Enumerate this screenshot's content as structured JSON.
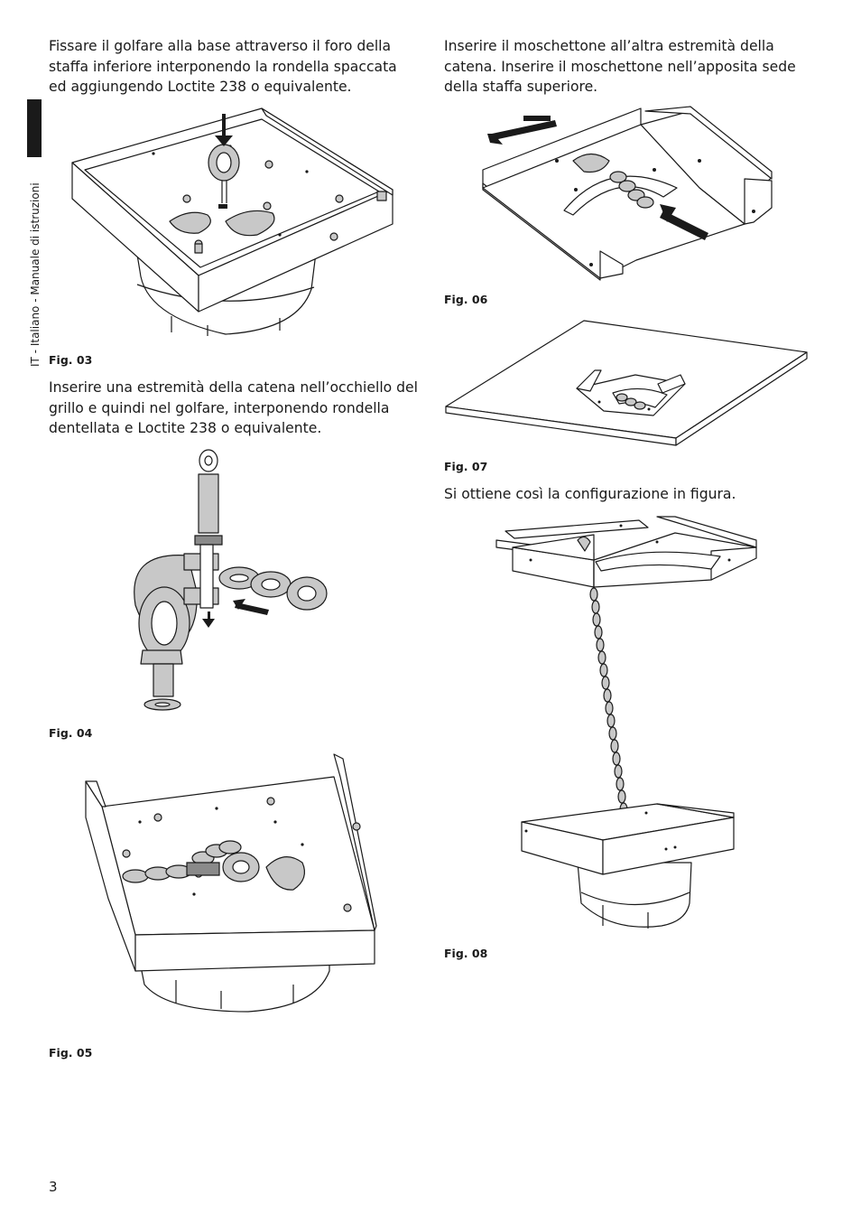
{
  "side_label": "IT - Italiano - Manuale di istruzioni",
  "left": {
    "para1": "Fissare il golfare alla base attraverso il foro della staffa inferiore interponendo la rondella spaccata ed aggiungendo Loctite 238 o equivalente.",
    "fig03": "Fig. 03",
    "para2": "Inserire una estremità della catena nell’occhiello del grillo e quindi nel golfare, interponendo rondella dentellata e Loctite 238 o equivalente.",
    "fig04": "Fig. 04",
    "fig05": "Fig. 05"
  },
  "right": {
    "para1": "Inserire il moschettone all’altra estremità della catena. Inserire il moschettone nell’apposita sede della staffa superiore.",
    "fig06": "Fig. 06",
    "fig07": "Fig. 07",
    "para2": "Si ottiene così la configurazione in figura.",
    "fig08": "Fig. 08"
  },
  "page_number": "3"
}
